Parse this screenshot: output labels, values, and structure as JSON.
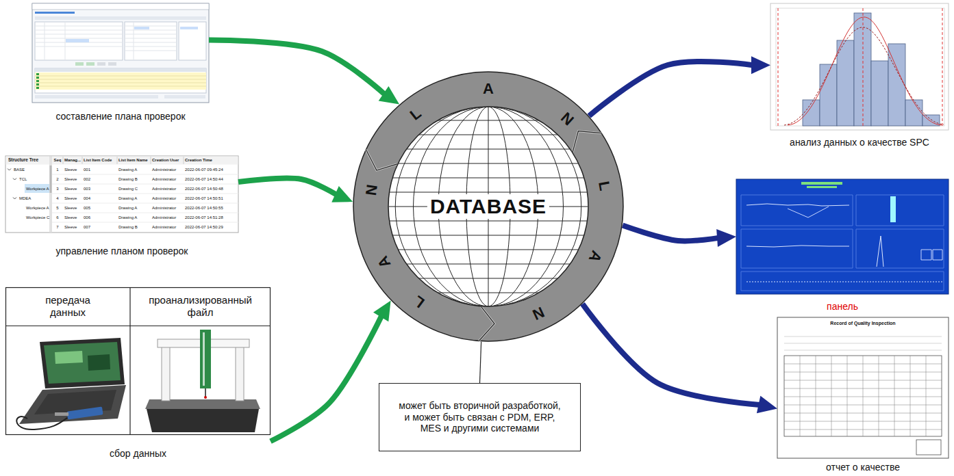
{
  "diagram": {
    "nodes": [
      {
        "text": [
          "составление плана проверок"
        ]
      },
      {
        "text": [
          "управление планом проверок"
        ]
      },
      {
        "text": [
          "сбор данных"
        ]
      },
      {
        "text": [
          "передача данных"
        ],
        "in": 2
      },
      {
        "text": [
          "проанализированный файл"
        ],
        "in": 2
      },
      {
        "text": [
          "DATABASE"
        ]
      },
      {
        "text": [
          "анализ данных о качестве SPC"
        ]
      },
      {
        "text": [
          "панель"
        ]
      },
      {
        "text": [
          "отчет о качестве"
        ]
      },
      {
        "text": [
          "может быть вторичной разработкой, и может быть связан с PDM, ERP, MES и другими системами"
        ]
      }
    ],
    "edges": [
      {
        "from": 0,
        "to": 5,
        "arrow": "to"
      },
      {
        "from": 1,
        "to": 5,
        "arrow": "to"
      },
      {
        "from": 2,
        "to": 5,
        "arrow": "to"
      },
      {
        "from": 5,
        "to": 6,
        "arrow": "to"
      },
      {
        "from": 5,
        "to": 7,
        "arrow": "to"
      },
      {
        "from": 5,
        "to": 8,
        "arrow": "to"
      },
      {
        "from": 5,
        "to": 9,
        "arrow": "none"
      }
    ],
    "labels": [
      "L",
      "A",
      "N",
      "L",
      "A",
      "N",
      "L",
      "A",
      "N",
      "Structure Tree",
      "BASE",
      "TCL",
      "Workpiece A",
      "MDEA",
      "Workpiece A",
      "Workpiece C",
      "Seq",
      "Manag...",
      "List Item Code",
      "List Item Name",
      "Creation User",
      "Creation Time",
      "1",
      "Sleeve",
      "001",
      "Drawing A",
      "Administrator",
      "2022-06-07 09:45:24",
      "2",
      "Sleeve",
      "002",
      "Drawing B",
      "Administrator",
      "2022-06-07 14:50:44",
      "3",
      "Sleeve",
      "003",
      "Drawing C",
      "Administrator",
      "2022-06-07 14:50:48",
      "4",
      "Sleeve",
      "004",
      "Drawing A",
      "Administrator",
      "2022-06-07 14:50:51",
      "5",
      "Sleeve",
      "005",
      "Drawing A",
      "Administrator",
      "2022-06-07 14:50:55",
      "6",
      "Sleeve",
      "006",
      "Drawing A",
      "Administrator",
      "2022-06-07 14:51:28",
      "7",
      "Sleeve",
      "007",
      "Drawing B",
      "Administrator",
      "2022-06-07 14:50:29",
      "Record of Quality Inspection"
    ]
  }
}
